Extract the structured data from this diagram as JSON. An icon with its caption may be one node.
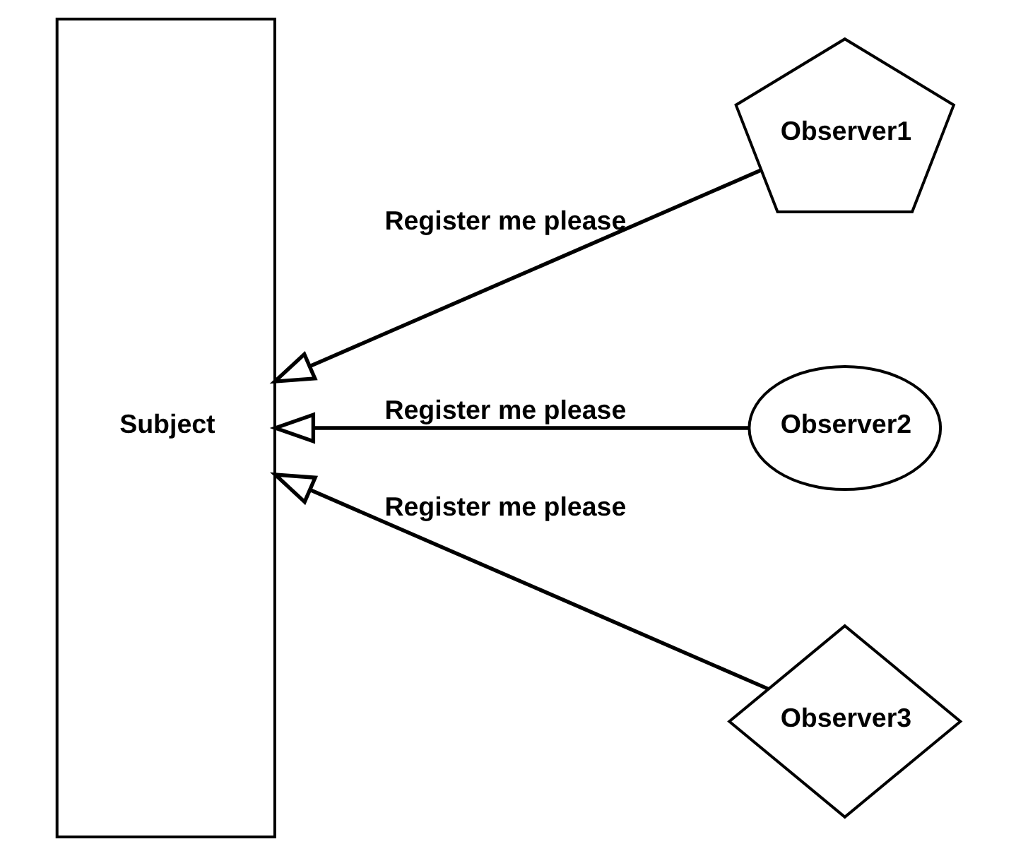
{
  "diagram": {
    "nodes": [
      {
        "text": [
          "Subject"
        ]
      },
      {
        "text": [
          "Observer1"
        ]
      },
      {
        "text": [
          "Observer2"
        ]
      },
      {
        "text": [
          "Observer3"
        ]
      }
    ],
    "edges": [
      {
        "from": 1,
        "to": 0,
        "arrow": "to",
        "label": "Register me please"
      },
      {
        "from": 2,
        "to": 0,
        "arrow": "to",
        "label": "Register me please"
      },
      {
        "from": 3,
        "to": 0,
        "arrow": "to",
        "label": "Register me please"
      }
    ]
  }
}
